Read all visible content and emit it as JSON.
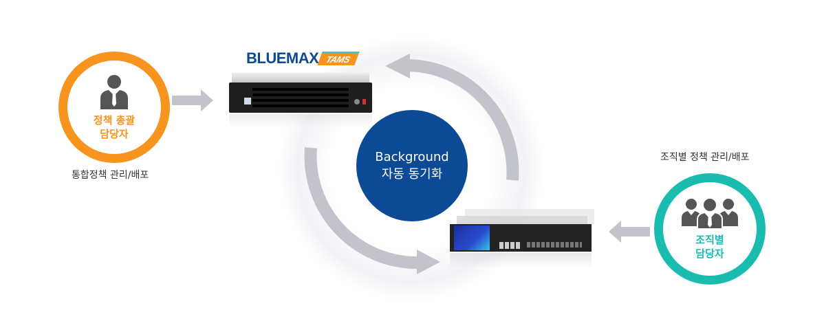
{
  "left_admin": {
    "label_line1": "정책 총괄",
    "label_line2": "담당자",
    "caption": "통합정책 관리/배포",
    "icon": "person-icon"
  },
  "right_admin": {
    "label_line1": "조직별",
    "label_line2": "담당자",
    "caption": "조직별 정책 관리/배포",
    "icon": "group-icon"
  },
  "center": {
    "line1": "Background",
    "line2": "자동 동기화"
  },
  "logo": {
    "brand": "BLUEMAX",
    "product": "TAMS"
  },
  "colors": {
    "orange": "#f7941d",
    "teal": "#1bbcb0",
    "blue": "#0d4a96",
    "arrow": "#c3c3cb"
  }
}
